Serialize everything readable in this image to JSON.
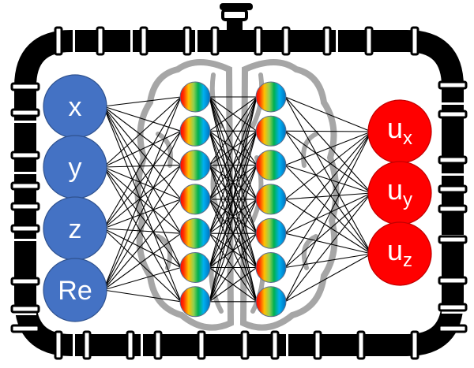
{
  "diagram": {
    "type": "neural-network-in-pipe",
    "colors": {
      "input_node": "#4472C4",
      "output_node": "#FF0000",
      "pipe": "#000000",
      "brain_outline": "#A6A6A6",
      "edge": "#000000",
      "hidden_gradient": [
        "#FF0000",
        "#FFC000",
        "#92D050",
        "#00B050",
        "#00B0F0",
        "#0070C0"
      ]
    },
    "input_layer": {
      "nodes": [
        {
          "id": "x",
          "label": "x"
        },
        {
          "id": "y",
          "label": "y"
        },
        {
          "id": "z",
          "label": "z"
        },
        {
          "id": "re",
          "label": "Re"
        }
      ]
    },
    "hidden_layers": [
      {
        "name": "hidden-layer-1",
        "node_count": 7
      },
      {
        "name": "hidden-layer-2",
        "node_count": 7
      }
    ],
    "output_layer": {
      "nodes": [
        {
          "id": "ux",
          "label": "u",
          "subscript": "x"
        },
        {
          "id": "uy",
          "label": "u",
          "subscript": "y"
        },
        {
          "id": "uz",
          "label": "u",
          "subscript": "z"
        }
      ]
    },
    "connectivity": "fully-connected",
    "decorations": [
      "pipe-frame",
      "valve",
      "brain-outline"
    ]
  }
}
